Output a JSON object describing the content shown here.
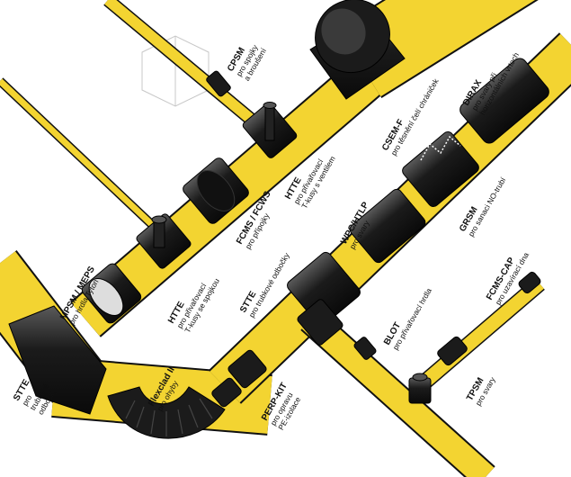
{
  "colors": {
    "pipe": "#f3d431",
    "pipe_shadow": "#b89a12",
    "fitting": "#1b1b1b",
    "fitting_highlight": "#4a4a4a",
    "outline": "#111111",
    "wall": "#c8c8c8"
  },
  "labels": [
    {
      "code": "CPSM",
      "desc": [
        "pro spojky",
        "a broušení"
      ]
    },
    {
      "code": "HTTE",
      "desc": [
        "pro přivařovací",
        "T-kusy s ventilem"
      ]
    },
    {
      "code": "FCMS / FCWS",
      "desc": [
        "pro přípojky"
      ]
    },
    {
      "code": "CSEM-F",
      "desc": [
        "pro těsnění čelí chrániček"
      ]
    },
    {
      "code": "DIRAX",
      "desc": [
        "pro svary při",
        "horizontálních vrtech"
      ]
    },
    {
      "code": "WPC/HTLP",
      "desc": [
        "pro svary"
      ]
    },
    {
      "code": "GRSM",
      "desc": [
        "pro sanaci NO-trubí"
      ]
    },
    {
      "code": "MPSM / MEPS",
      "desc": [
        "pro hrdla Tyton"
      ]
    },
    {
      "code": "HTTE",
      "desc": [
        "pro přivařovací",
        "T-kusy se spojkou"
      ]
    },
    {
      "code": "STTE",
      "desc": [
        "pro trubkové odbočky"
      ]
    },
    {
      "code": "FCMS-CAP",
      "desc": [
        "pro uzavírací dna"
      ]
    },
    {
      "code": "BLOT",
      "desc": [
        "pro přivařovací hrdla"
      ]
    },
    {
      "code": "STTE",
      "desc": [
        "pro",
        "trubkové",
        "odbočky"
      ]
    },
    {
      "code": "Flexclad II",
      "desc": [
        "pro ohyby"
      ]
    },
    {
      "code": "PERP-KIT",
      "desc": [
        "pro opravu",
        "PE-izolace"
      ]
    },
    {
      "code": "TPSM",
      "desc": [
        "pro svary"
      ]
    }
  ]
}
